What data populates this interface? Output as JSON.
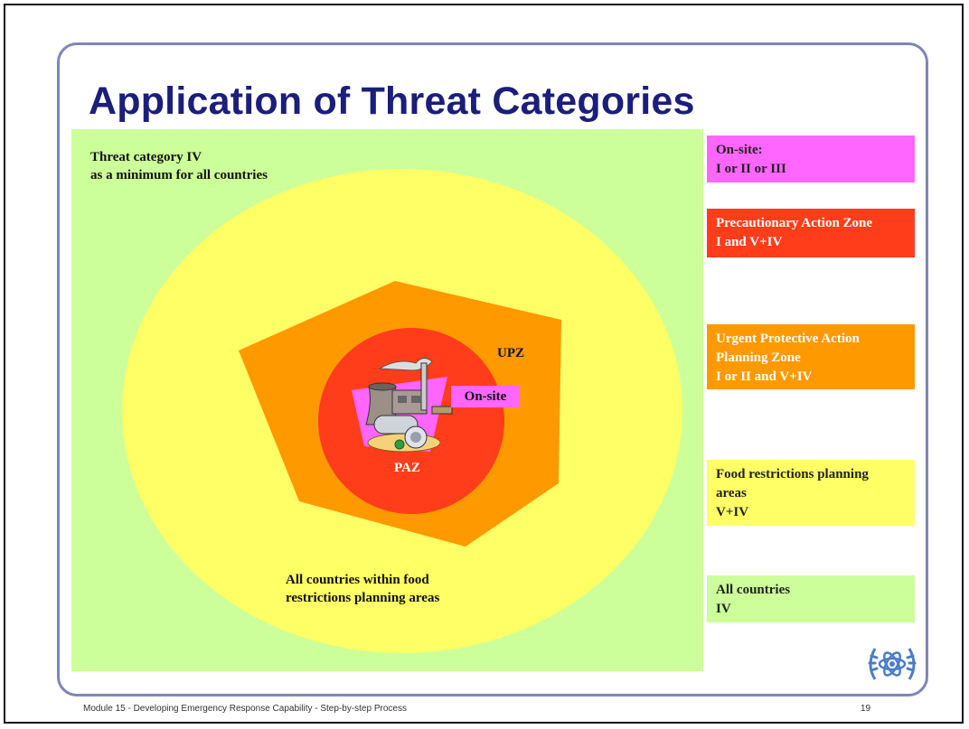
{
  "slide": {
    "title": "Application of Threat Categories",
    "footer": "Module 15 - Developing Emergency Response Capability - Step-by-step Process",
    "page_number": "19"
  },
  "diagram": {
    "threat_label_line1": "Threat category IV",
    "threat_label_line2": "as a minimum for all countries",
    "upz_label": "UPZ",
    "paz_label": "PAZ",
    "onsite_label": "On-site",
    "bottom_label_line1": "All countries within food",
    "bottom_label_line2": "restrictions planning areas"
  },
  "legend": [
    {
      "line1": "On-site:",
      "line2": "I or II or III",
      "color": "#ff66ff"
    },
    {
      "line1": "Precautionary Action Zone",
      "line2": "I and V+IV",
      "color": "#ff3d1a"
    },
    {
      "line1": "Urgent Protective Action",
      "line2": "Planning Zone",
      "line3": "I or II and V+IV",
      "color": "#ff9900"
    },
    {
      "line1": "Food restrictions planning",
      "line2": "areas",
      "line3": "V+IV",
      "color": "#ffff66"
    },
    {
      "line1": "All countries",
      "line2": "IV",
      "color": "#ccff99"
    }
  ],
  "colors": {
    "green": "#ccff99",
    "yellow": "#ffff66",
    "orange": "#ff9900",
    "red": "#ff3d1a",
    "magenta": "#ff66ff",
    "title": "#1b1e7a",
    "frame": "#7f86b6"
  },
  "icons": [
    "nuclear-plant-icon",
    "un-emblem-icon"
  ]
}
